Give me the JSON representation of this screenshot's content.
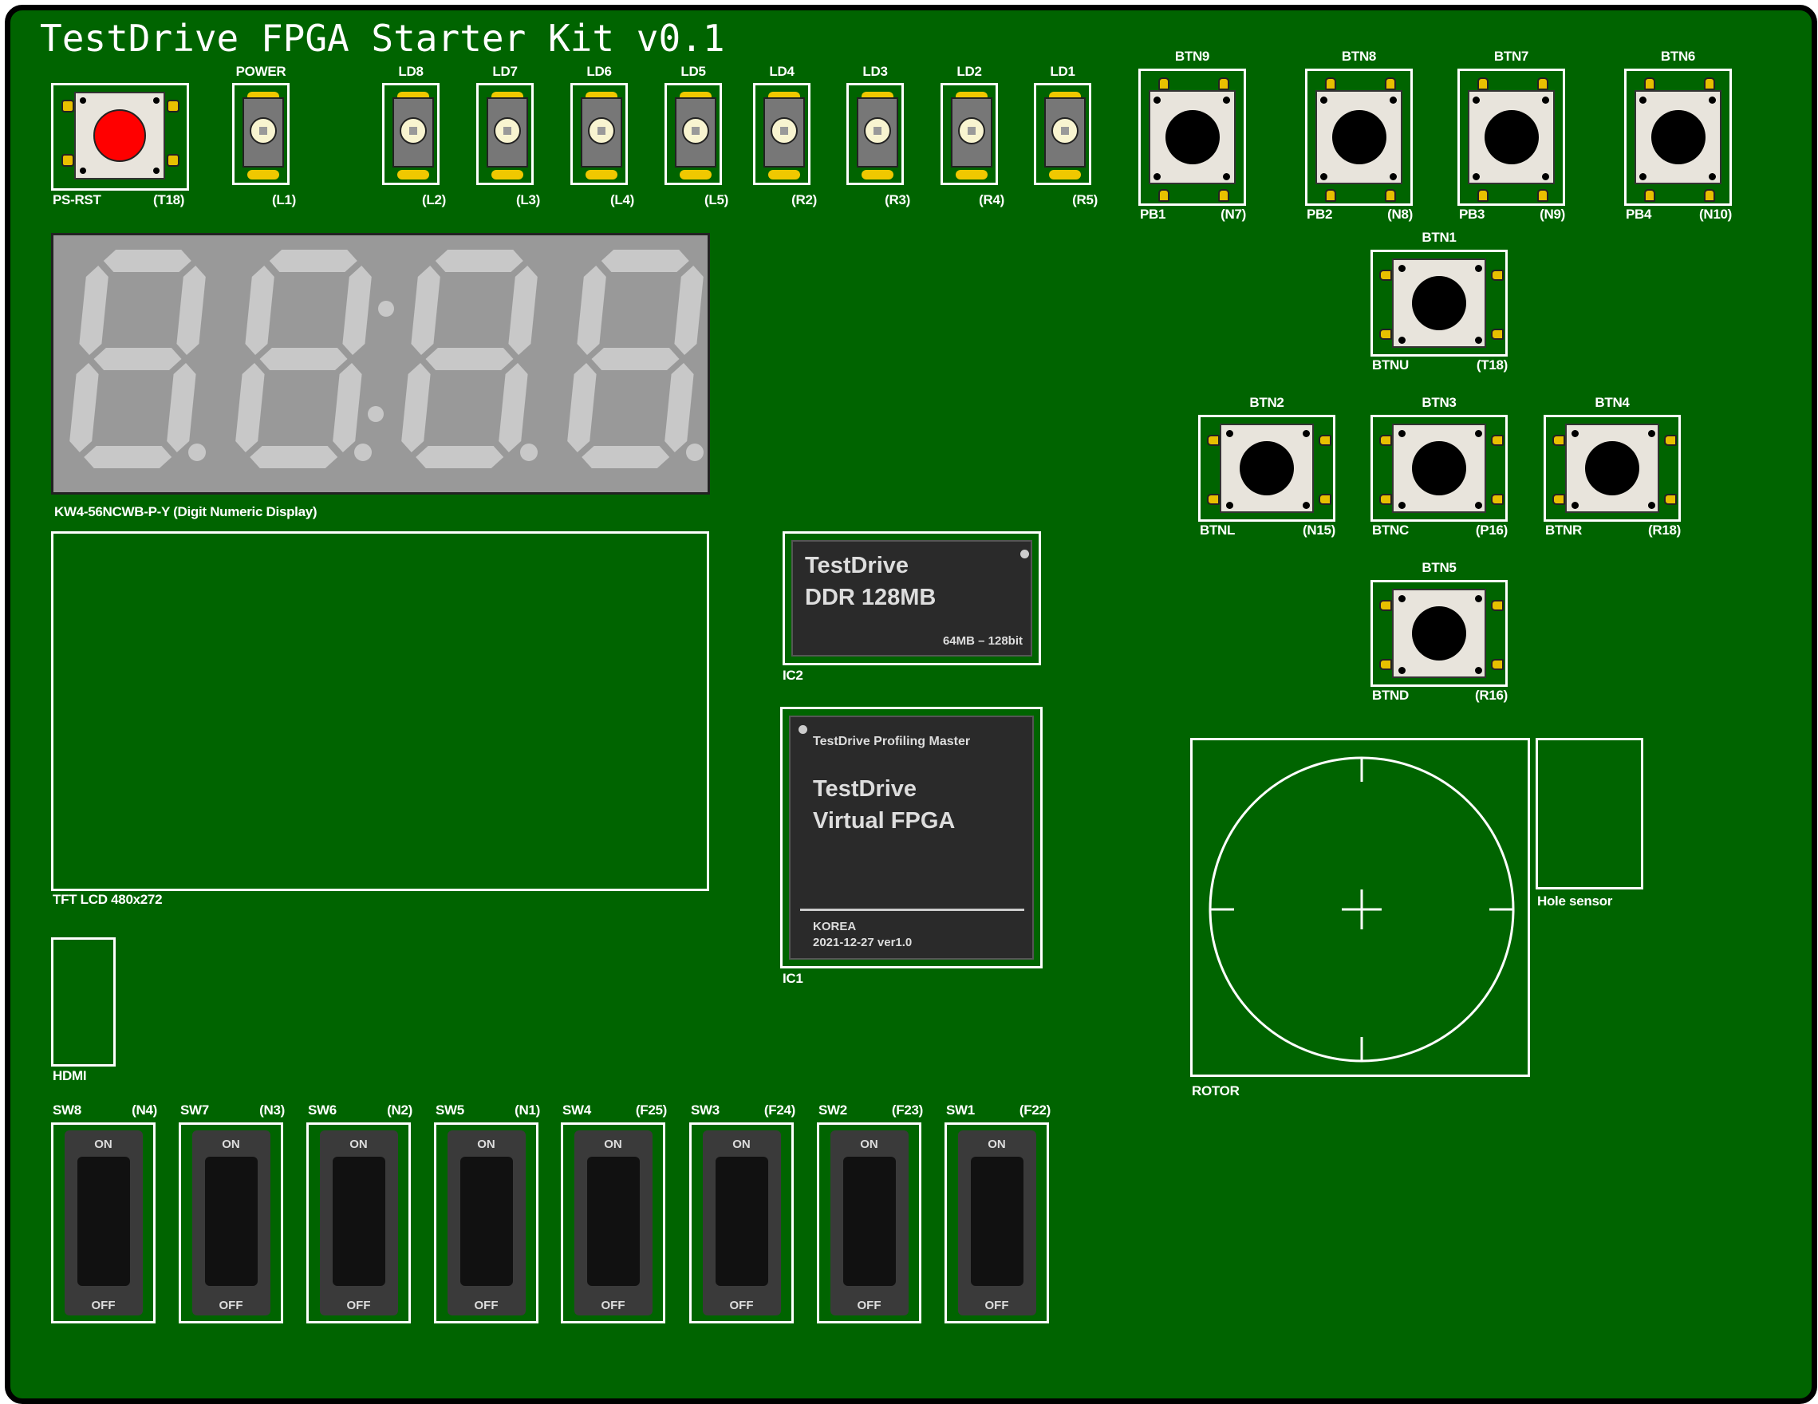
{
  "title": "TestDrive FPGA Starter Kit v0.1",
  "colors": {
    "board": "#006400",
    "border": "#000000",
    "reset_cap": "#ff0000",
    "segment_off": "#c8c8c8",
    "display_bg": "#999999"
  },
  "reset": {
    "label": "PS-RST",
    "pin": "(T18)"
  },
  "power": {
    "label": "POWER",
    "pin": "(L1)"
  },
  "leds": [
    {
      "label": "LD8",
      "pin": "(L2)"
    },
    {
      "label": "LD7",
      "pin": "(L3)"
    },
    {
      "label": "LD6",
      "pin": "(L4)"
    },
    {
      "label": "LD5",
      "pin": "(L5)"
    },
    {
      "label": "LD4",
      "pin": "(R2)"
    },
    {
      "label": "LD3",
      "pin": "(R3)"
    },
    {
      "label": "LD2",
      "pin": "(R4)"
    },
    {
      "label": "LD1",
      "pin": "(R5)"
    }
  ],
  "buttons_top": [
    {
      "label": "BTN9",
      "name": "PB1",
      "pin": "(N7)"
    },
    {
      "label": "BTN8",
      "name": "PB2",
      "pin": "(N8)"
    },
    {
      "label": "BTN7",
      "name": "PB3",
      "pin": "(N9)"
    },
    {
      "label": "BTN6",
      "name": "PB4",
      "pin": "(N10)"
    }
  ],
  "dpad": [
    {
      "label": "BTN1",
      "name": "BTNU",
      "pin": "(T18)"
    },
    {
      "label": "BTN2",
      "name": "BTNL",
      "pin": "(N15)"
    },
    {
      "label": "BTN3",
      "name": "BTNC",
      "pin": "(P16)"
    },
    {
      "label": "BTN4",
      "name": "BTNR",
      "pin": "(R18)"
    },
    {
      "label": "BTN5",
      "name": "BTND",
      "pin": "(R16)"
    }
  ],
  "seven_segment": {
    "label": "KW4-56NCWB-P-Y (Digit Numeric Display)"
  },
  "lcd": {
    "label": "TFT LCD 480x272"
  },
  "hdmi": {
    "label": "HDMI"
  },
  "ddr": {
    "line1": "TestDrive",
    "line2": "DDR 128MB",
    "spec": "64MB – 128bit",
    "ref": "IC2"
  },
  "fpga": {
    "top": "TestDrive Profiling Master",
    "line1": "TestDrive",
    "line2": "Virtual FPGA",
    "country": "KOREA",
    "date": "2021-12-27 ver1.0",
    "ref": "IC1"
  },
  "rotor": {
    "label": "ROTOR"
  },
  "hole_sensor": {
    "label": "Hole sensor"
  },
  "switches": [
    {
      "label": "SW8",
      "pin": "(N4)"
    },
    {
      "label": "SW7",
      "pin": "(N3)"
    },
    {
      "label": "SW6",
      "pin": "(N2)"
    },
    {
      "label": "SW5",
      "pin": "(N1)"
    },
    {
      "label": "SW4",
      "pin": "(F25)"
    },
    {
      "label": "SW3",
      "pin": "(F24)"
    },
    {
      "label": "SW2",
      "pin": "(F23)"
    },
    {
      "label": "SW1",
      "pin": "(F22)"
    }
  ],
  "switch_text": {
    "on": "ON",
    "off": "OFF"
  }
}
